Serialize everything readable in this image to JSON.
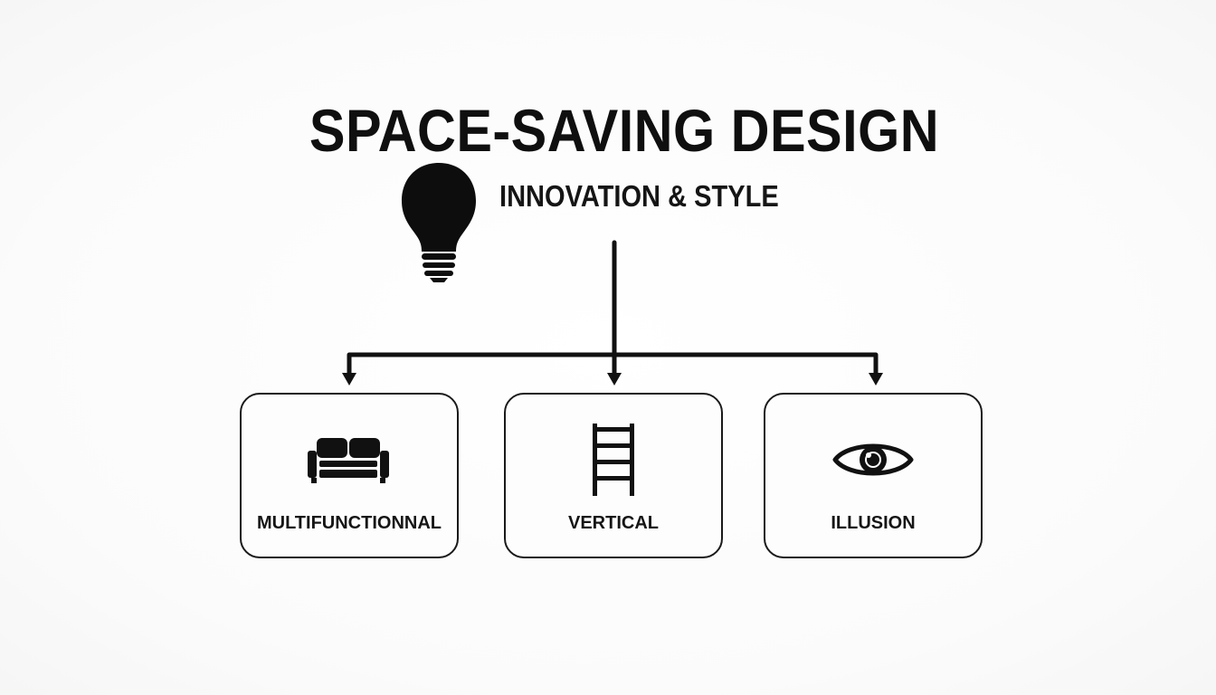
{
  "diagram": {
    "title": "SPACE-SAVING DESIGN",
    "subtitle": "INNOVATION & STYLE",
    "root_icon": "lightbulb-icon",
    "branches": [
      {
        "label": "MULTIFUNCTIONNAL",
        "icon": "sofa-icon"
      },
      {
        "label": "VERTICAL",
        "icon": "ladder-icon"
      },
      {
        "label": "ILLUSION",
        "icon": "eye-icon"
      }
    ]
  },
  "colors": {
    "ink": "#111111",
    "background": "#fbfbfb",
    "card_fill": "#fdfdfd"
  }
}
